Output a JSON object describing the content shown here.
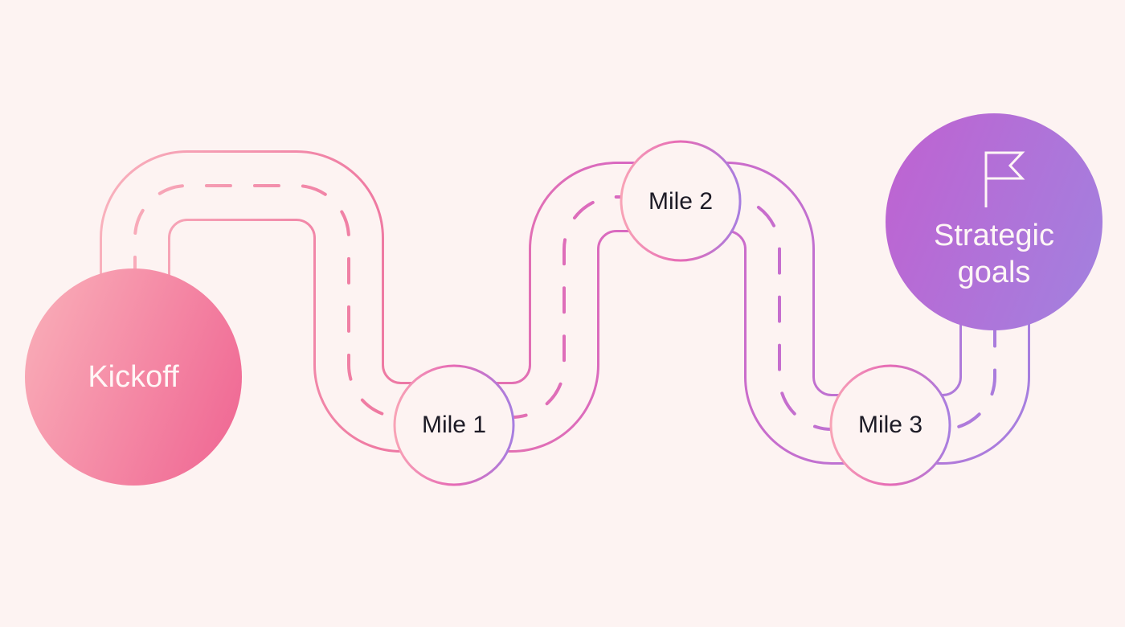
{
  "diagram": {
    "start": {
      "label": "Kickoff"
    },
    "milestones": [
      {
        "label": "Mile 1"
      },
      {
        "label": "Mile 2"
      },
      {
        "label": "Mile 3"
      }
    ],
    "goal": {
      "label_line1": "Strategic",
      "label_line2": "goals",
      "icon": "flag-icon"
    }
  },
  "colors": {
    "background": "#fdf3f2",
    "road_start": "#f9a9b6",
    "road_mid": "#ec6ea4",
    "road_mid2": "#d066c9",
    "road_end": "#a57fe0",
    "text_dark": "#1d1b26"
  }
}
